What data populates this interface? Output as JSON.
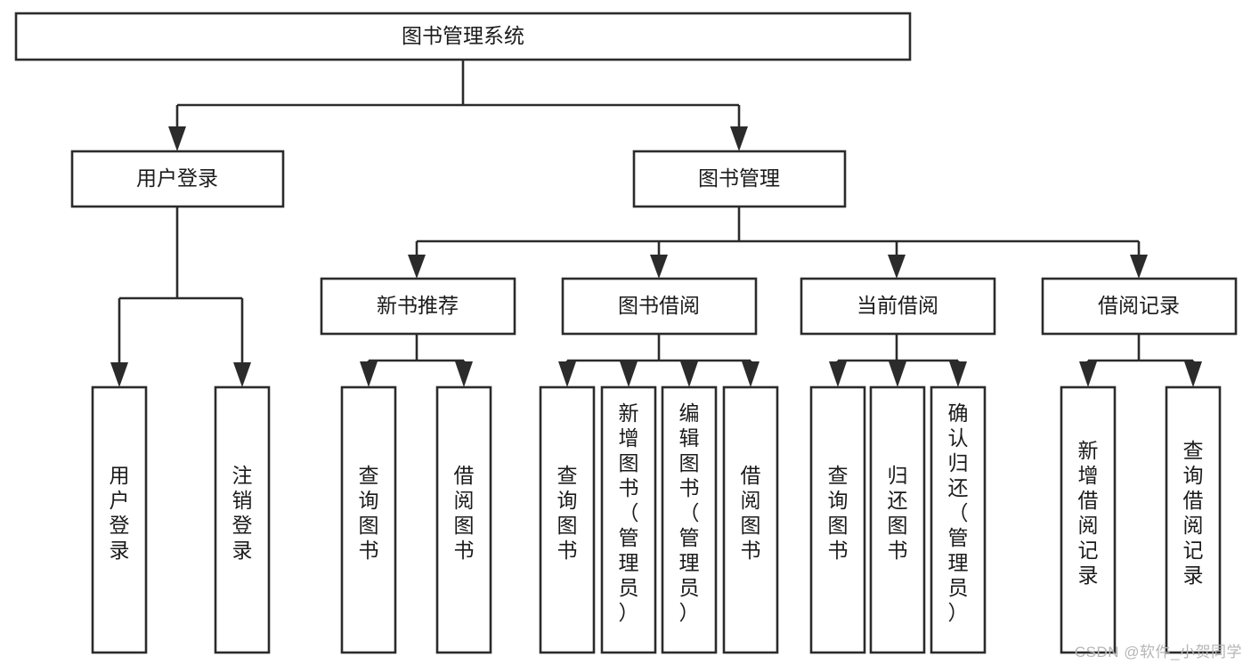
{
  "diagram": {
    "type": "tree-hierarchy",
    "title": "图书管理系统",
    "watermark": "CSDN @软件_小贺同学",
    "colors": {
      "stroke": "#2b2b2b",
      "fill": "#ffffff",
      "text": "#1b1b1b",
      "watermark": "#b6b6b6"
    },
    "levels": {
      "level1": {
        "nodes": [
          {
            "id": "root",
            "label": "图书管理系统",
            "orientation": "horizontal"
          }
        ]
      },
      "level2": {
        "nodes": [
          {
            "id": "user-login",
            "label": "用户登录",
            "orientation": "horizontal"
          },
          {
            "id": "book-manage",
            "label": "图书管理",
            "orientation": "horizontal"
          }
        ]
      },
      "level3": {
        "nodes": [
          {
            "id": "new-book-rec",
            "label": "新书推荐",
            "orientation": "horizontal"
          },
          {
            "id": "book-borrow",
            "label": "图书借阅",
            "orientation": "horizontal"
          },
          {
            "id": "current-borrow",
            "label": "当前借阅",
            "orientation": "horizontal"
          },
          {
            "id": "borrow-record",
            "label": "借阅记录",
            "orientation": "horizontal"
          }
        ]
      },
      "level4": {
        "nodes": [
          {
            "id": "leaf-user-login",
            "label": "用户登录",
            "orientation": "vertical",
            "parent": "user-login"
          },
          {
            "id": "leaf-logout",
            "label": "注销登录",
            "orientation": "vertical",
            "parent": "user-login"
          },
          {
            "id": "leaf-query-book-1",
            "label": "查询图书",
            "orientation": "vertical",
            "parent": "new-book-rec"
          },
          {
            "id": "leaf-borrow-book-1",
            "label": "借阅图书",
            "orientation": "vertical",
            "parent": "new-book-rec"
          },
          {
            "id": "leaf-query-book-2",
            "label": "查询图书",
            "orientation": "vertical",
            "parent": "book-borrow"
          },
          {
            "id": "leaf-add-book",
            "label": "新增图书（管理员）",
            "orientation": "vertical",
            "parent": "book-borrow"
          },
          {
            "id": "leaf-edit-book",
            "label": "编辑图书（管理员）",
            "orientation": "vertical",
            "parent": "book-borrow"
          },
          {
            "id": "leaf-borrow-book-2",
            "label": "借阅图书",
            "orientation": "vertical",
            "parent": "book-borrow"
          },
          {
            "id": "leaf-query-book-3",
            "label": "查询图书",
            "orientation": "vertical",
            "parent": "current-borrow"
          },
          {
            "id": "leaf-return-book",
            "label": "归还图书",
            "orientation": "vertical",
            "parent": "current-borrow"
          },
          {
            "id": "leaf-confirm-return",
            "label": "确认归还（管理员）",
            "orientation": "vertical",
            "parent": "current-borrow"
          },
          {
            "id": "leaf-add-record",
            "label": "新增借阅记录",
            "orientation": "vertical",
            "parent": "borrow-record"
          },
          {
            "id": "leaf-query-record",
            "label": "查询借阅记录",
            "orientation": "vertical",
            "parent": "borrow-record"
          }
        ]
      }
    }
  }
}
